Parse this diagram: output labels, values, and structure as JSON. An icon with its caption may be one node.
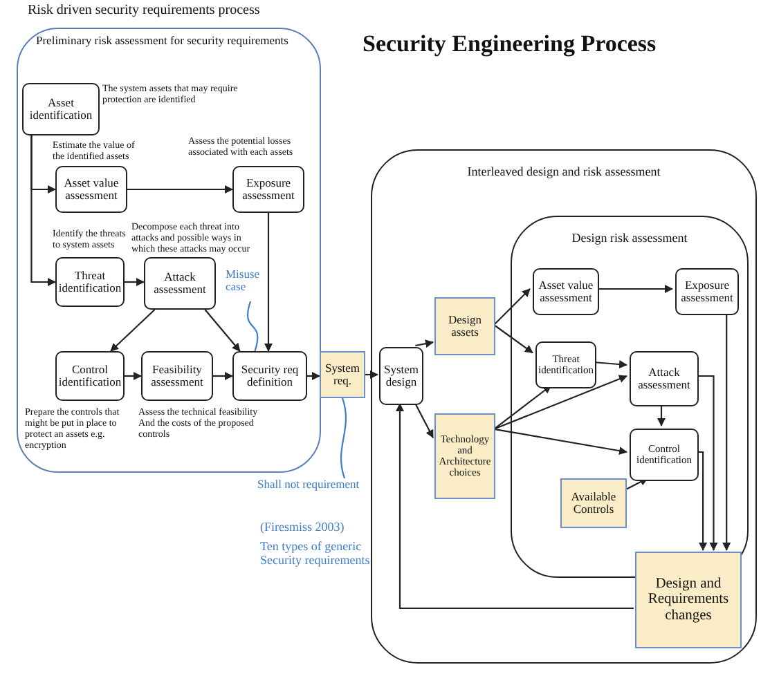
{
  "diagram": {
    "title": "Security Engineering Process",
    "nodes": [
      {
        "text": [
          "Risk driven security requirements process",
          "Preliminary risk assessment for security requirements"
        ]
      },
      {
        "text": [
          "Asset identification"
        ],
        "in": 0,
        "beside": [
          "The system assets that may require protection are identified"
        ]
      },
      {
        "text": [
          "Asset value assessment"
        ],
        "in": 0,
        "beside": [
          "Estimate the value of the identified assets"
        ]
      },
      {
        "text": [
          "Exposure assessment"
        ],
        "in": 0,
        "beside": [
          "Assess the potential losses associated with each assets"
        ]
      },
      {
        "text": [
          "Threat identification"
        ],
        "in": 0,
        "beside": [
          "Identify the threats to system assets"
        ]
      },
      {
        "text": [
          "Attack assessment"
        ],
        "in": 0,
        "beside": [
          "Decompose each threat into attacks and possible ways in which these attacks may occur"
        ]
      },
      {
        "text": [
          "Control identification"
        ],
        "in": 0,
        "beside": [
          "Prepare the controls that might be put in place to protect an assets e.g. encryption"
        ]
      },
      {
        "text": [
          "Feasibility assessment"
        ],
        "in": 0,
        "beside": [
          "Assess the technical feasibility And the costs of the proposed controls"
        ]
      },
      {
        "text": [
          "Security req definition"
        ],
        "in": 0
      },
      {
        "text": [
          "System req."
        ]
      },
      {
        "text": [
          "Interleaved design and risk assessment"
        ]
      },
      {
        "text": [
          "System design"
        ],
        "in": 10
      },
      {
        "text": [
          "Design assets"
        ],
        "in": 10
      },
      {
        "text": [
          "Technology and Architecture choices"
        ],
        "in": 10
      },
      {
        "text": [
          "Design risk assessment"
        ],
        "in": 10
      },
      {
        "text": [
          "Asset value assessment"
        ],
        "in": 14
      },
      {
        "text": [
          "Exposure assessment"
        ],
        "in": 14
      },
      {
        "text": [
          "Threat identification"
        ],
        "in": 14
      },
      {
        "text": [
          "Attack assessment"
        ],
        "in": 14
      },
      {
        "text": [
          "Control identification"
        ],
        "in": 14
      },
      {
        "text": [
          "Available Controls"
        ],
        "in": 14
      },
      {
        "text": [
          "Design and Requirements changes"
        ],
        "in": 10
      },
      {
        "text": [
          "Shall not requirement"
        ]
      },
      {
        "text": [
          "Misuse case"
        ],
        "in": 0
      }
    ],
    "edges": [
      {
        "from": 1,
        "to": 2,
        "arrow": "to"
      },
      {
        "from": 1,
        "to": 4,
        "arrow": "to"
      },
      {
        "from": 2,
        "to": 3,
        "arrow": "to"
      },
      {
        "from": 4,
        "to": 5,
        "arrow": "to"
      },
      {
        "from": 5,
        "to": 6,
        "arrow": "to"
      },
      {
        "from": 5,
        "to": 8,
        "arrow": "to"
      },
      {
        "from": 3,
        "to": 8,
        "arrow": "to"
      },
      {
        "from": 6,
        "to": 7,
        "arrow": "to"
      },
      {
        "from": 7,
        "to": 8,
        "arrow": "to"
      },
      {
        "from": 8,
        "to": 9,
        "arrow": "to"
      },
      {
        "from": 9,
        "to": 11,
        "arrow": "to"
      },
      {
        "from": 11,
        "to": 12,
        "arrow": "to"
      },
      {
        "from": 11,
        "to": 13,
        "arrow": "to"
      },
      {
        "from": 12,
        "to": 15,
        "arrow": "to"
      },
      {
        "from": 12,
        "to": 17,
        "arrow": "to"
      },
      {
        "from": 13,
        "to": 17,
        "arrow": "to"
      },
      {
        "from": 13,
        "to": 18,
        "arrow": "to"
      },
      {
        "from": 13,
        "to": 19,
        "arrow": "to"
      },
      {
        "from": 17,
        "to": 18,
        "arrow": "to"
      },
      {
        "from": 15,
        "to": 16,
        "arrow": "to"
      },
      {
        "from": 18,
        "to": 19,
        "arrow": "to"
      },
      {
        "from": 20,
        "to": 19,
        "arrow": "to"
      },
      {
        "from": 19,
        "to": 21,
        "arrow": "to"
      },
      {
        "from": 18,
        "to": 21,
        "arrow": "to"
      },
      {
        "from": 16,
        "to": 21,
        "arrow": "to"
      },
      {
        "from": 21,
        "to": 11,
        "arrow": "to"
      },
      {
        "from": 22,
        "to": 9,
        "arrow": "none",
        "color": "#3f7cc9"
      },
      {
        "from": 23,
        "to": 8,
        "arrow": "none",
        "color": "#3f7cc9"
      }
    ],
    "labels": [
      "(Firesmiss 2003)",
      "Ten types of generic Security requirements"
    ]
  }
}
